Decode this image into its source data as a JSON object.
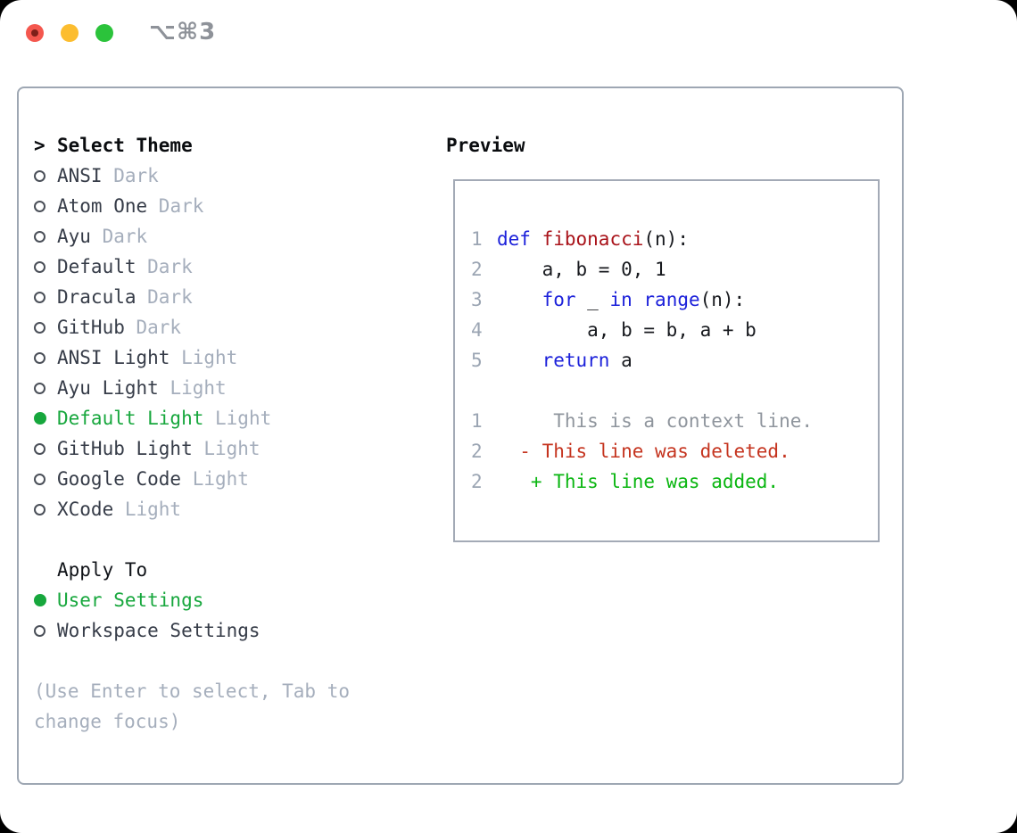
{
  "window": {
    "title": "⌥⌘3",
    "traffic_lights": [
      {
        "name": "close",
        "color": "#f4574e"
      },
      {
        "name": "minimize",
        "color": "#fcbd2f"
      },
      {
        "name": "zoom",
        "color": "#2bc33b"
      }
    ]
  },
  "theme_selector": {
    "header": {
      "marker": ">",
      "label": "Select Theme"
    },
    "themes": [
      {
        "name": "ANSI",
        "variant": "Dark",
        "selected": false
      },
      {
        "name": "Atom One",
        "variant": "Dark",
        "selected": false
      },
      {
        "name": "Ayu",
        "variant": "Dark",
        "selected": false
      },
      {
        "name": "Default",
        "variant": "Dark",
        "selected": false
      },
      {
        "name": "Dracula",
        "variant": "Dark",
        "selected": false
      },
      {
        "name": "GitHub",
        "variant": "Dark",
        "selected": false
      },
      {
        "name": "ANSI Light",
        "variant": "Light",
        "selected": false
      },
      {
        "name": "Ayu Light",
        "variant": "Light",
        "selected": false
      },
      {
        "name": "Default Light",
        "variant": "Light",
        "selected": true
      },
      {
        "name": "GitHub Light",
        "variant": "Light",
        "selected": false
      },
      {
        "name": "Google Code",
        "variant": "Light",
        "selected": false
      },
      {
        "name": "XCode",
        "variant": "Light",
        "selected": false
      }
    ],
    "apply_to": {
      "label": "Apply To",
      "options": [
        {
          "label": "User Settings",
          "selected": true
        },
        {
          "label": "Workspace Settings",
          "selected": false
        }
      ]
    },
    "hint_lines": [
      "(Use Enter to select, Tab to",
      "change focus)"
    ]
  },
  "preview": {
    "title": "Preview",
    "code_lines": [
      {
        "num": "1",
        "segments": [
          {
            "text": "def",
            "type": "keyword"
          },
          {
            "text": " ",
            "type": "plain"
          },
          {
            "text": "fibonacci",
            "type": "function"
          },
          {
            "text": "(n):",
            "type": "plain"
          }
        ]
      },
      {
        "num": "2",
        "segments": [
          {
            "text": "    a, b = 0, 1",
            "type": "plain"
          }
        ]
      },
      {
        "num": "3",
        "segments": [
          {
            "text": "    ",
            "type": "plain"
          },
          {
            "text": "for",
            "type": "keyword"
          },
          {
            "text": " _ ",
            "type": "plain"
          },
          {
            "text": "in",
            "type": "keyword"
          },
          {
            "text": " ",
            "type": "plain"
          },
          {
            "text": "range",
            "type": "keyword"
          },
          {
            "text": "(n):",
            "type": "plain"
          }
        ]
      },
      {
        "num": "4",
        "segments": [
          {
            "text": "        a, b = b, a + b",
            "type": "plain"
          }
        ]
      },
      {
        "num": "5",
        "segments": [
          {
            "text": "    ",
            "type": "plain"
          },
          {
            "text": "return",
            "type": "keyword"
          },
          {
            "text": " a",
            "type": "plain"
          }
        ]
      },
      {
        "num": "",
        "segments": []
      },
      {
        "num": "1",
        "segments": [
          {
            "text": "     This is a context line.",
            "type": "context"
          }
        ]
      },
      {
        "num": "2",
        "segments": [
          {
            "text": "  - This line was deleted.",
            "type": "deleted"
          }
        ]
      },
      {
        "num": "2",
        "segments": [
          {
            "text": "   + This line was added.",
            "type": "added"
          }
        ]
      }
    ]
  },
  "palette": {
    "panel_border": "#9ea7b3",
    "header_text": "#0a0c0f",
    "theme_name": "#363c48",
    "muted_text": "#a5aebc",
    "selection_green": "#17a73d",
    "window_title_gray": "#8e9299",
    "line_number": "#9ba5b3",
    "code_plain": "#17191e",
    "code_keyword_blue": "#1c21da",
    "code_function_red": "#a9131a",
    "diff_context_gray": "#8f959d",
    "diff_deleted_red": "#c5341f",
    "diff_added_green": "#0ab611"
  }
}
